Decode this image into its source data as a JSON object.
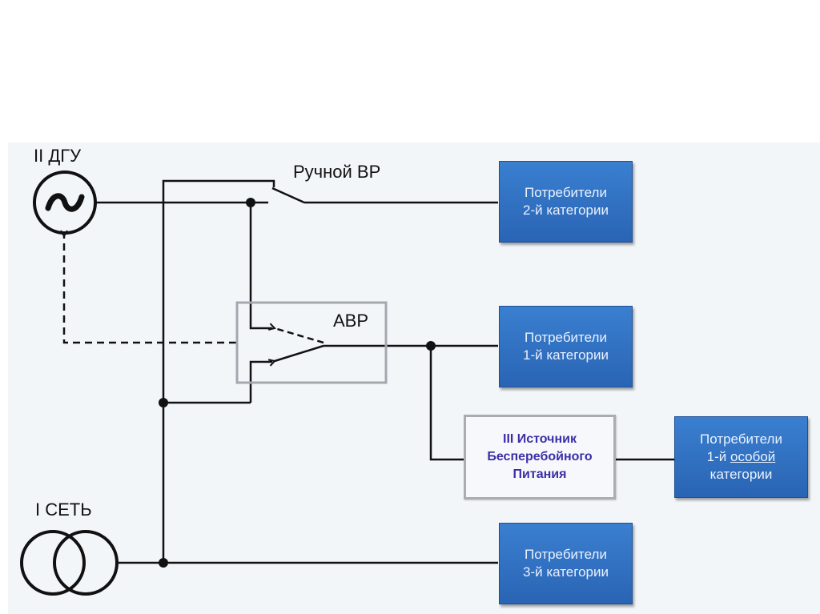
{
  "sources": {
    "generator": {
      "label": "II ДГУ",
      "icon": "generator-ac-icon"
    },
    "grid": {
      "label": "I СЕТЬ",
      "icon": "transformer-icon"
    }
  },
  "switches": {
    "manual": {
      "label": "Ручной ВР"
    },
    "ats": {
      "label": "АВР"
    }
  },
  "ups": {
    "lines": [
      "III Источник",
      "Бесперебойного",
      "Питания"
    ]
  },
  "consumers": [
    {
      "id": "cat2",
      "line1": "Потребители",
      "line2": "2-й категории"
    },
    {
      "id": "cat1",
      "line1": "Потребители",
      "line2": "1-й категории"
    },
    {
      "id": "cat1special",
      "line1": "Потребители",
      "line2_prefix": "1-й ",
      "line2_emph": "особой",
      "line3": "категории"
    },
    {
      "id": "cat3",
      "line1": "Потребители",
      "line2": "3-й категории"
    }
  ],
  "colors": {
    "consumer_box": "#2e6cc0",
    "ups_text": "#3b2fa8",
    "ups_border": "#a9adb3",
    "line": "#111111",
    "panel_bg": "#f3f6f9"
  }
}
